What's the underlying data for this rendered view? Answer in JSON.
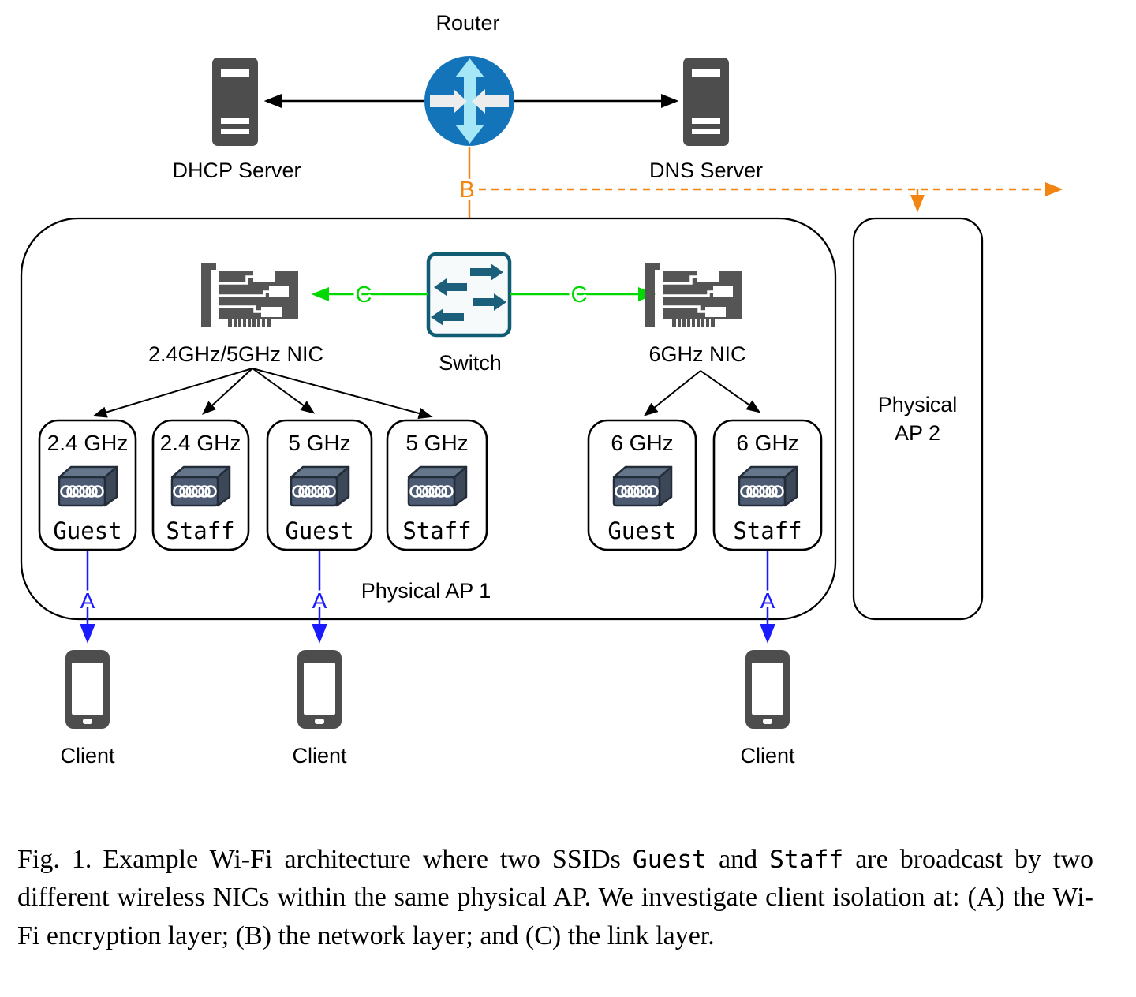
{
  "diagram": {
    "router": {
      "label": "Router",
      "icon": "router-icon"
    },
    "dhcp_server": {
      "label": "DHCP Server",
      "icon": "server-icon"
    },
    "dns_server": {
      "label": "DNS Server",
      "icon": "server-icon"
    },
    "switch": {
      "label": "Switch",
      "icon": "switch-icon"
    },
    "nic_left": {
      "label": "2.4GHz/5GHz NIC",
      "icon": "nic-card-icon"
    },
    "nic_right": {
      "label": "6GHz NIC",
      "icon": "nic-card-icon"
    },
    "ap1": {
      "label": "Physical AP 1"
    },
    "ap2": {
      "label_line1": "Physical",
      "label_line2": "AP 2"
    },
    "link_labels": {
      "a": "A",
      "b": "B",
      "c": "C"
    },
    "ssid_boxes": [
      {
        "band": "2.4 GHz",
        "ssid": "Guest",
        "icon": "radio-box-icon"
      },
      {
        "band": "2.4 GHz",
        "ssid": "Staff",
        "icon": "radio-box-icon"
      },
      {
        "band": "5 GHz",
        "ssid": "Guest",
        "icon": "radio-box-icon"
      },
      {
        "band": "5 GHz",
        "ssid": "Staff",
        "icon": "radio-box-icon"
      },
      {
        "band": "6 GHz",
        "ssid": "Guest",
        "icon": "radio-box-icon"
      },
      {
        "band": "6 GHz",
        "ssid": "Staff",
        "icon": "radio-box-icon"
      }
    ],
    "clients": [
      {
        "label": "Client",
        "icon": "phone-icon"
      },
      {
        "label": "Client",
        "icon": "phone-icon"
      },
      {
        "label": "Client",
        "icon": "phone-icon"
      }
    ],
    "colors": {
      "link_a_blue": "#1a1aff",
      "link_b_orange": "#f28411",
      "link_c_green": "#00d800",
      "router_blue": "#1474ba",
      "router_arrow_cyan": "#a5e7f7",
      "device_gray": "#4d4d4d",
      "switch_teal": "#1b5f7a",
      "radio_slate": "#4c5b72",
      "line_black": "#000000"
    }
  },
  "caption": {
    "fig_label": "Fig. 1.",
    "text_1": "Example Wi-Fi architecture where two SSIDs ",
    "ssid_guest": "Guest",
    "text_2": " and ",
    "ssid_staff": "Staff",
    "text_3": " are broadcast by two different wireless NICs within the same physical AP. We investigate client isolation at: (A) the Wi-Fi encryption layer; (B) the network layer; and (C) the link layer."
  }
}
